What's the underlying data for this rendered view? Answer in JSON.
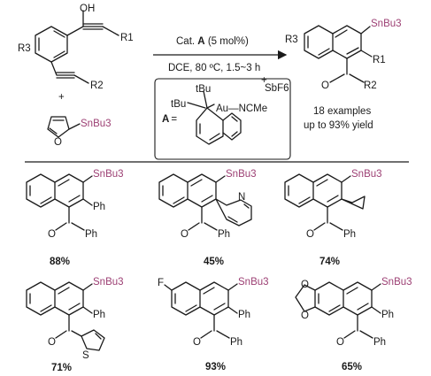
{
  "reaction": {
    "catalyst_prefix": "Cat.",
    "catalyst_letter": "A",
    "catalyst_loading": "(5 mol%)",
    "conditions": "DCE, 80 ºC, 1.5~3 h",
    "summary_line1": "18 examples",
    "summary_line2": "up to 93% yield",
    "plus": "+",
    "catalyst_label": "A =",
    "tbu": "tBu",
    "au_ligand": "Au—NCMe",
    "counterion": "SbF6",
    "charge": "+"
  },
  "labels": {
    "oh": "OH",
    "snbu3": "SnBu3",
    "r1": "R1",
    "r2": "R2",
    "r3": "R3",
    "o": "O",
    "ph": "Ph",
    "n": "N",
    "s": "S",
    "f": "F"
  },
  "products": [
    {
      "yield": "88%"
    },
    {
      "yield": "45%"
    },
    {
      "yield": "74%"
    },
    {
      "yield": "71%"
    },
    {
      "yield": "93%"
    },
    {
      "yield": "65%"
    }
  ],
  "colors": {
    "tin": "#9c3f73",
    "ink": "#1a1a1a"
  }
}
